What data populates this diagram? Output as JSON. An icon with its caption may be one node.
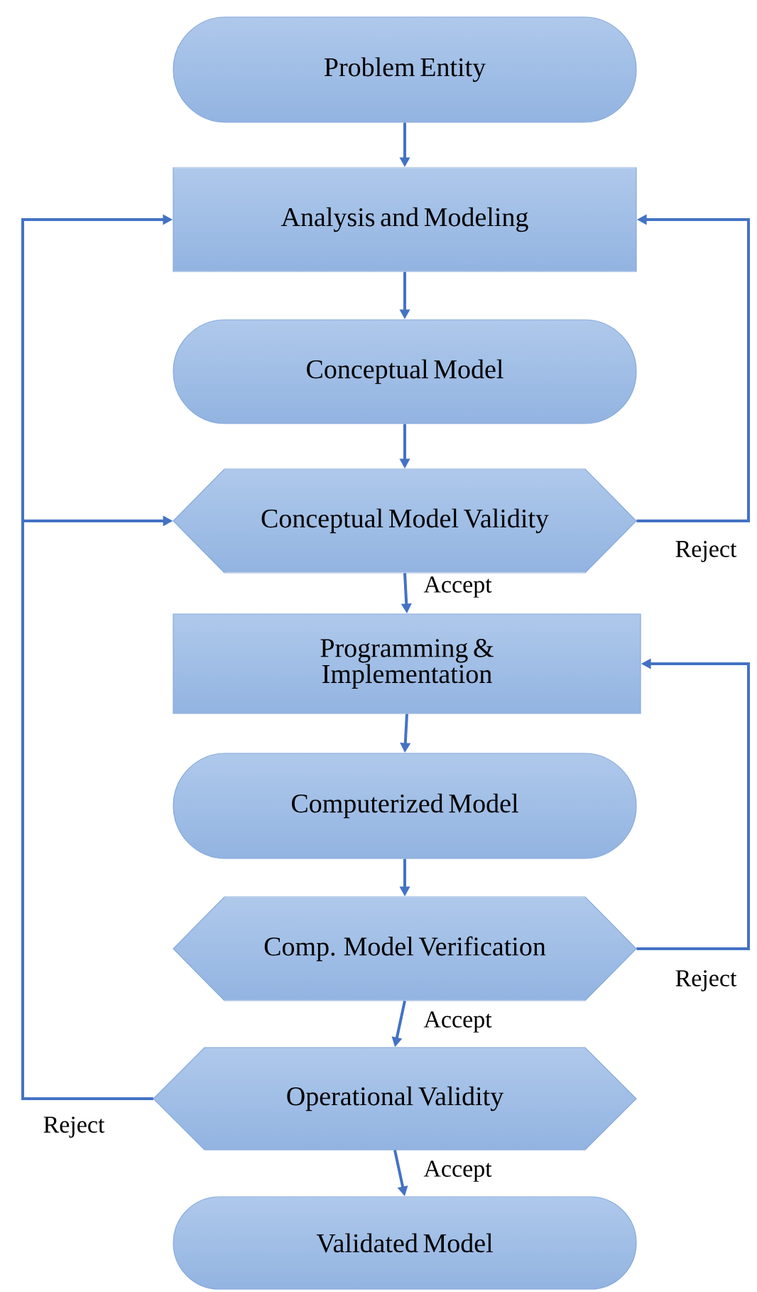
{
  "diagram": {
    "nodes": [
      {
        "text": [
          "Problem Entity"
        ]
      },
      {
        "text": [
          "Analysis and Modeling"
        ]
      },
      {
        "text": [
          "Conceptual Model"
        ]
      },
      {
        "text": [
          "Conceptual Model Validity"
        ]
      },
      {
        "text": [
          "Programming & Implementation"
        ]
      },
      {
        "text": [
          "Computerized Model"
        ]
      },
      {
        "text": [
          "Comp. Model Verification"
        ]
      },
      {
        "text": [
          "Operational Validity"
        ]
      },
      {
        "text": [
          "Validated Model"
        ]
      }
    ],
    "edges": [
      {
        "from": 0,
        "to": 1,
        "arrow": "to"
      },
      {
        "from": 1,
        "to": 2,
        "arrow": "to"
      },
      {
        "from": 2,
        "to": 3,
        "arrow": "to"
      },
      {
        "from": 3,
        "to": 4,
        "arrow": "to",
        "label": "Accept"
      },
      {
        "from": 3,
        "to": 1,
        "arrow": "to",
        "label": "Reject"
      },
      {
        "from": 4,
        "to": 5,
        "arrow": "to"
      },
      {
        "from": 5,
        "to": 6,
        "arrow": "to"
      },
      {
        "from": 6,
        "to": 7,
        "arrow": "to",
        "label": "Accept"
      },
      {
        "from": 6,
        "to": 4,
        "arrow": "to",
        "label": "Reject"
      },
      {
        "from": 7,
        "to": 8,
        "arrow": "to",
        "label": "Accept"
      },
      {
        "from": 7,
        "to": 1,
        "arrow": "to",
        "label": "Reject"
      },
      {
        "from": 7,
        "to": 3,
        "arrow": "to"
      }
    ]
  }
}
